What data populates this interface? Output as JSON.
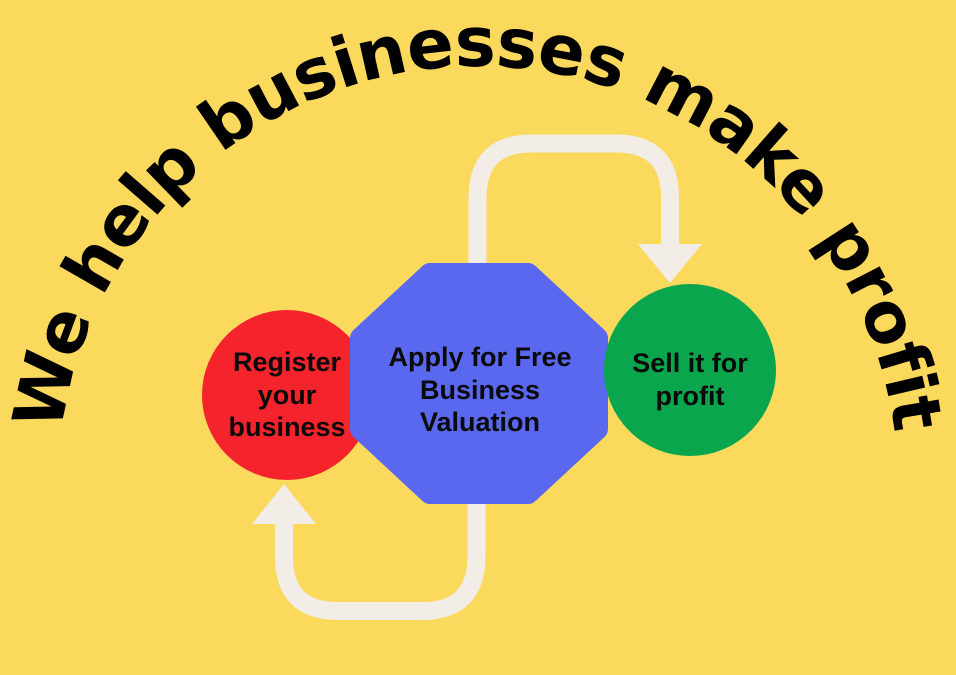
{
  "title": {
    "text": "We help businesses make profit"
  },
  "colors": {
    "background": "#FBD95C",
    "arrow": "#F2EDE7",
    "title_text": "#000000",
    "label_text": "#0A0A0A"
  },
  "steps": [
    {
      "id": "register",
      "shape": "circle",
      "color": "#F5232C",
      "label_lines": [
        "Register",
        "your",
        "business"
      ]
    },
    {
      "id": "valuation",
      "shape": "octagon",
      "color": "#5A68F0",
      "label_lines": [
        "Apply for Free",
        "Business",
        "Valuation"
      ]
    },
    {
      "id": "sell",
      "shape": "circle",
      "color": "#0AA64E",
      "label_lines": [
        "Sell it for",
        "profit"
      ]
    }
  ]
}
